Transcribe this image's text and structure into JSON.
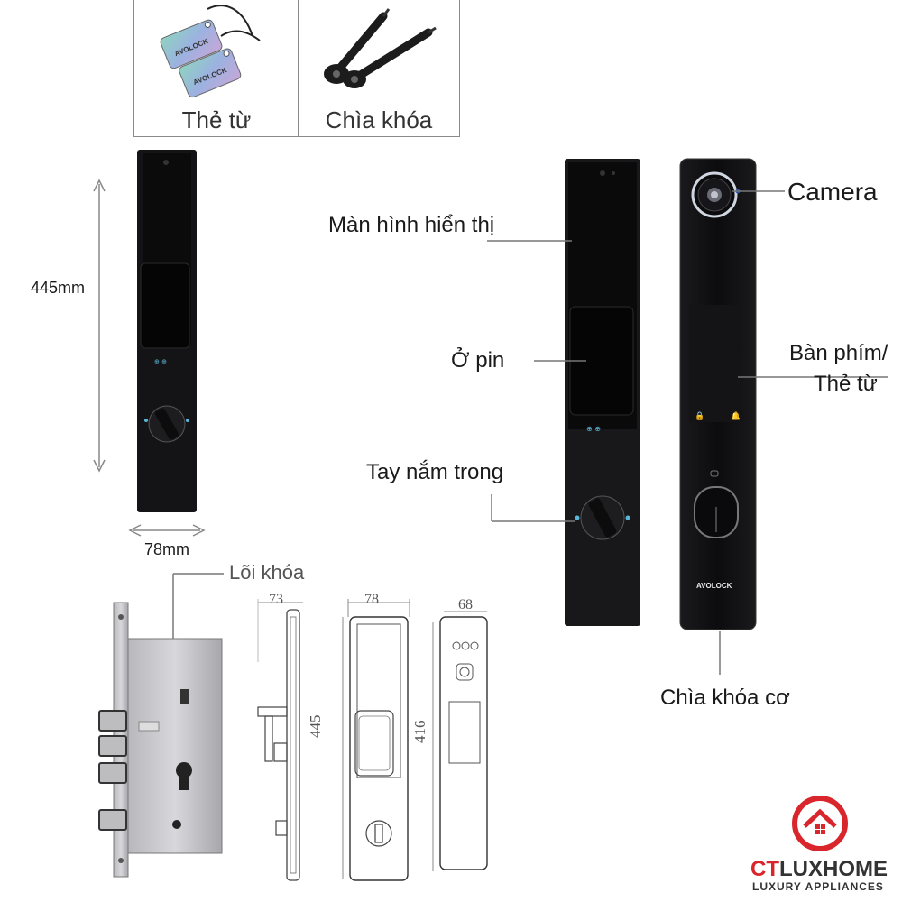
{
  "accessories": {
    "card_label": "Thẻ từ",
    "key_label": "Chìa khóa"
  },
  "dimensions": {
    "height_label": "445mm",
    "width_label": "78mm"
  },
  "callouts": {
    "display": "Màn hình hiển thị",
    "battery": "Ở pin",
    "inner_handle": "Tay nắm trong",
    "camera": "Camera",
    "keypad_line1": "Bàn phím/",
    "keypad_line2": "Thẻ từ",
    "mechanical_key": "Chìa khóa cơ",
    "lock_core": "Lõi khóa"
  },
  "drawing": {
    "side_depth": "73",
    "front_width": "78",
    "front_height": "445",
    "back_width": "68",
    "back_height": "416"
  },
  "product_brand": "AVOLOCK",
  "card_brand": "AVOLOCK",
  "brand": {
    "name_left": "CT",
    "name_right": "LUXHOME",
    "tagline": "LUXURY APPLIANCES"
  },
  "colors": {
    "brand_red": "#d9262c",
    "brand_dark": "#333333",
    "device_black": "#101012"
  }
}
